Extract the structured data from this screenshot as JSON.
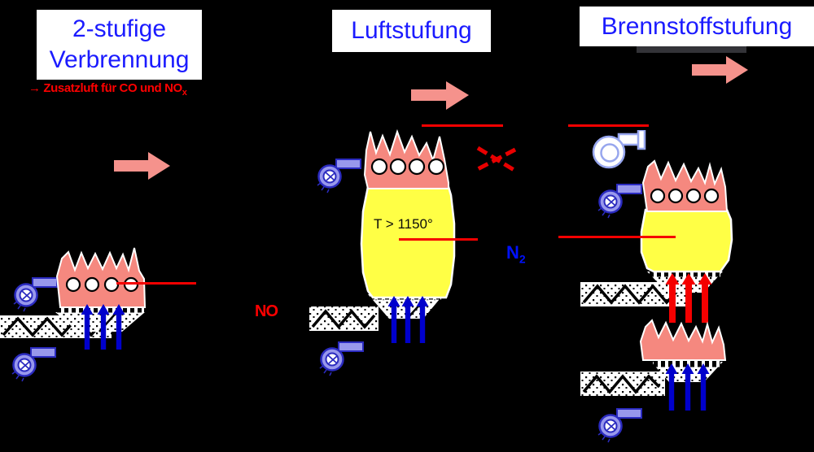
{
  "panels": {
    "left": {
      "title_line1": "2-stufige",
      "title_line2": "Verbrennung",
      "note_arrow": "→",
      "note_text": "Zusatzluft für CO und NO",
      "note_sub": "x"
    },
    "middle": {
      "title": "Luftstufung",
      "temperature_label": "T > 1150°",
      "no_label": "NO",
      "n2_base": "N",
      "n2_sub": "2"
    },
    "right": {
      "title": "Brennstoffstufung"
    }
  },
  "icons": {
    "fan": "blower-fan-icon",
    "fan_outline": "blower-fan-outline-icon",
    "crossed_out": "red-x-icon",
    "flow_arrow": "pink-right-arrow-icon",
    "primary_air": "blue-up-arrows",
    "staged_fuel": "red-up-arrows"
  },
  "colors": {
    "background": "#000000",
    "title_text": "#1b1bff",
    "title_box": "#ffffff",
    "annotation_red": "#ff0000",
    "flame_pink": "#f5887f",
    "arrow_pink": "#f5928c",
    "flame_yellow": "#ffff45",
    "fan_purple": "#9898ec",
    "fan_outline_blue": "#2b2bc0",
    "air_arrow_blue": "#0000cc",
    "n2_blue": "#0011ff"
  }
}
